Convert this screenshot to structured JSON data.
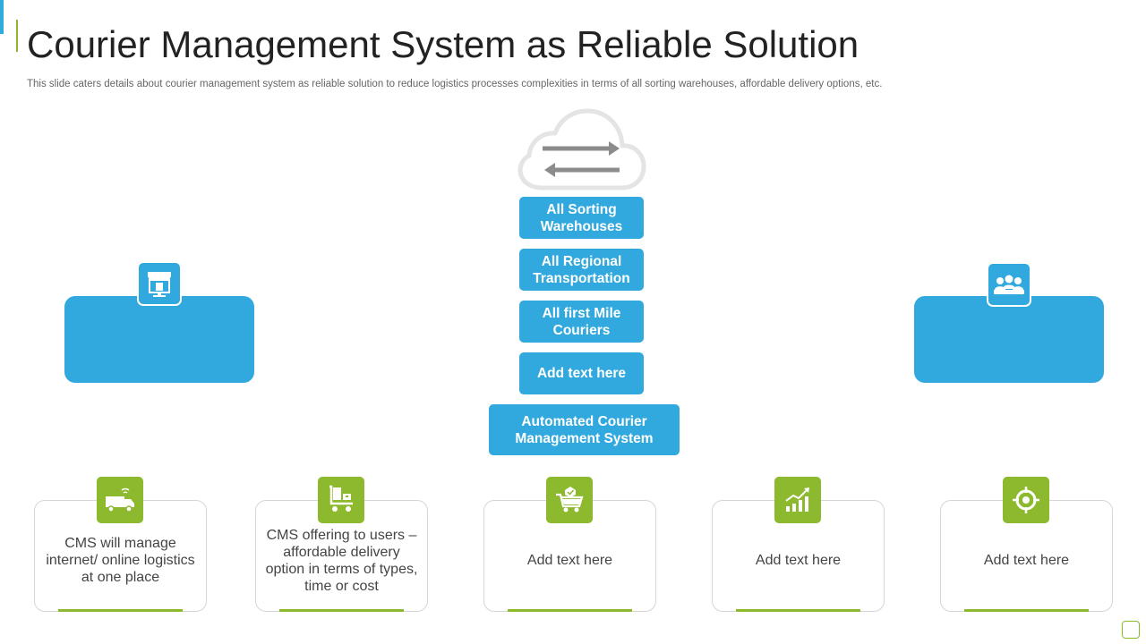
{
  "slide": {
    "title": "Courier Management System as Reliable Solution",
    "subtitle": "This slide caters details about courier management system as reliable solution to reduce logistics processes complexities in terms of all sorting warehouses, affordable delivery options, etc."
  },
  "stack": {
    "items": [
      "All Sorting Warehouses",
      "All Regional Transportation",
      "All first Mile Couriers",
      "Add text here"
    ],
    "base": "Automated Courier Management System"
  },
  "cards": [
    {
      "icon": "delivery-truck-icon",
      "text": "CMS will manage internet/ online logistics at one place"
    },
    {
      "icon": "hand-truck-icon",
      "text": "CMS offering to users – affordable delivery option in terms of types, time or cost"
    },
    {
      "icon": "shopping-cart-icon",
      "text": "Add text here"
    },
    {
      "icon": "growth-chart-icon",
      "text": "Add text here"
    },
    {
      "icon": "target-icon",
      "text": "Add text here"
    }
  ],
  "colors": {
    "blue": "#31a9de",
    "green": "#8db92e",
    "gray": "#c8c8c8"
  }
}
